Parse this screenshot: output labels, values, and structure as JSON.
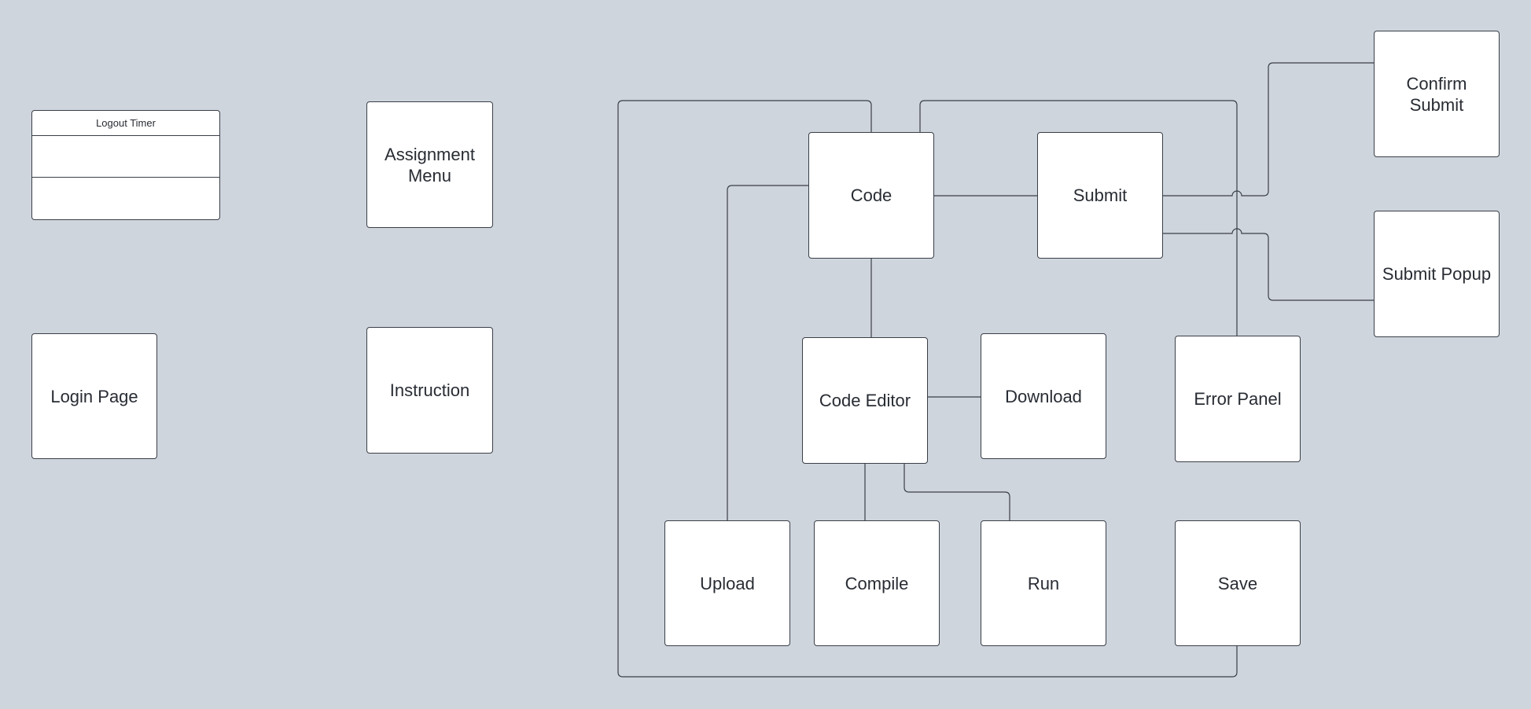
{
  "diagram": {
    "logout_timer": {
      "title": "Logout Timer",
      "rows": [
        "",
        ""
      ]
    },
    "nodes": {
      "login_page": "Login Page",
      "assignment_menu": "Assignment\nMenu",
      "instruction": "Instruction",
      "code": "Code",
      "submit": "Submit",
      "confirm_submit": "Confirm\nSubmit",
      "submit_popup": "Submit Popup",
      "code_editor": "Code Editor",
      "download": "Download",
      "error_panel": "Error Panel",
      "upload": "Upload",
      "compile": "Compile",
      "run": "Run",
      "save": "Save"
    },
    "colors": {
      "background": "#cfd5dd",
      "node_fill": "#ffffff",
      "stroke": "#3a3f47",
      "text": "#282c33"
    }
  }
}
